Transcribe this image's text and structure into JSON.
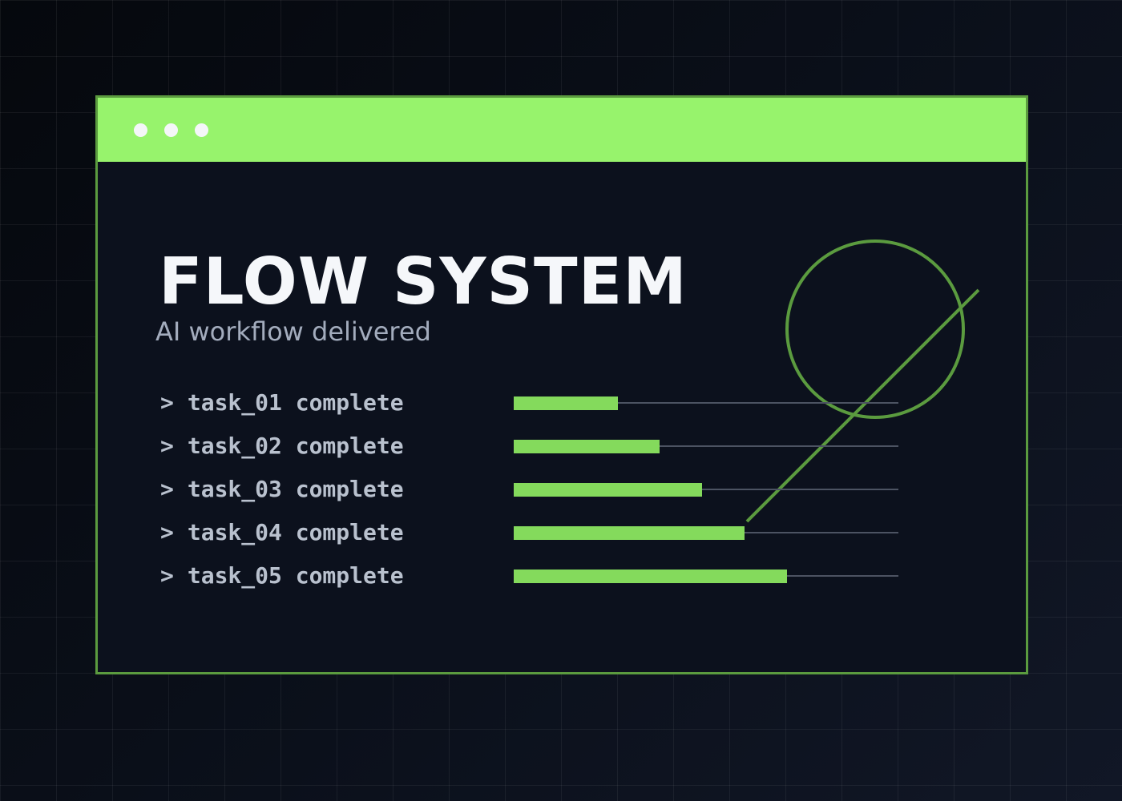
{
  "window": {
    "title": "FLOW SYSTEM",
    "subtitle": "AI workflow delivered",
    "titlebar_dots": [
      "window-dot-1",
      "window-dot-2",
      "window-dot-3"
    ]
  },
  "tasks": [
    {
      "prompt": ">",
      "label": "task_01 complete",
      "progress": 0.27
    },
    {
      "prompt": ">",
      "label": "task_02 complete",
      "progress": 0.38
    },
    {
      "prompt": ">",
      "label": "task_03 complete",
      "progress": 0.49
    },
    {
      "prompt": ">",
      "label": "task_04 complete",
      "progress": 0.6
    },
    {
      "prompt": ">",
      "label": "task_05 complete",
      "progress": 0.71
    }
  ],
  "colors": {
    "accent": "#97f36c",
    "border": "#5b9b3f",
    "progress_fill": "#84da5c",
    "track": "#4c5362",
    "background": "#0c111d"
  }
}
